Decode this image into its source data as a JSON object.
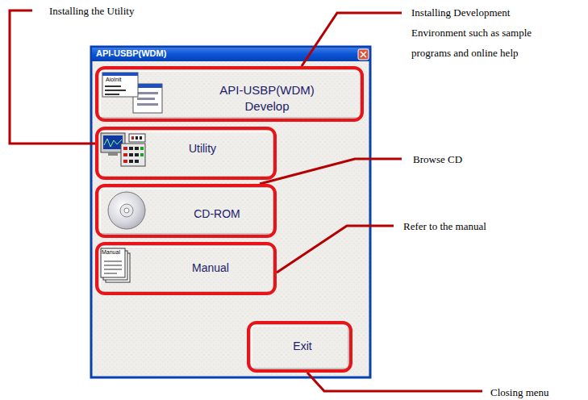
{
  "diagram": {
    "nodes": [
      {
        "text": [
          "API-USBP(WDM)"
        ]
      },
      {
        "text": [
          "API-USBP(WDM) Develop"
        ],
        "in": 0
      },
      {
        "text": [
          "Utility"
        ],
        "in": 0
      },
      {
        "text": [
          "CD-ROM"
        ],
        "in": 0
      },
      {
        "text": [
          "Manual"
        ],
        "in": 0
      },
      {
        "text": [
          "Exit"
        ],
        "in": 0
      }
    ],
    "labels": [
      "Installing the Utility",
      "Installing Development Environment such as sample programs and online help",
      "Browse CD",
      "Refer to the manual",
      "Closing menu",
      "AioInit",
      "Manual"
    ]
  }
}
